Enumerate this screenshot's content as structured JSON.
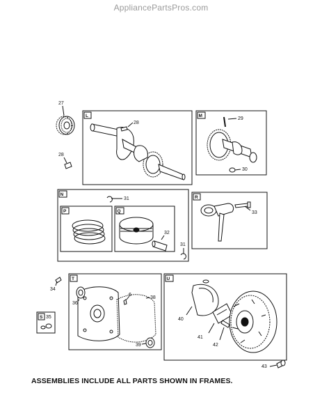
{
  "watermark": "AppliancePartsPros.com",
  "frames": {
    "L": "L",
    "M": "M",
    "N": "N",
    "P": "P",
    "Q": "Q",
    "R": "R",
    "T": "T",
    "U": "U",
    "S": "S"
  },
  "callouts": {
    "c27": "27",
    "c28a": "28",
    "c28b": "28",
    "c29": "29",
    "c30": "30",
    "c31a": "31",
    "c31b": "31",
    "c32": "32",
    "c33": "33",
    "c34": "34",
    "c35": "35",
    "c36": "36",
    "c6": "6",
    "c38": "38",
    "c39": "39",
    "c40": "40",
    "c41": "41",
    "c42": "42",
    "c43": "43"
  },
  "footer_note": "ASSEMBLIES INCLUDE ALL PARTS SHOWN IN FRAMES."
}
